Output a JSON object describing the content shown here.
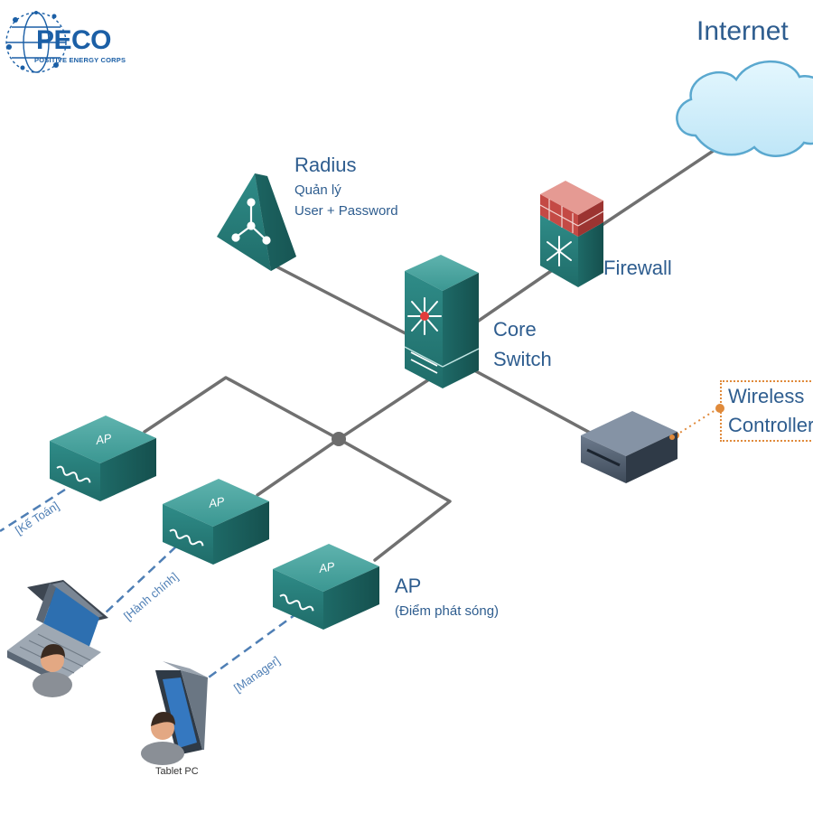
{
  "logo": {
    "name": "PECO",
    "tagline": "POSITIVE ENERGY CORPS"
  },
  "internet": {
    "label": "Internet"
  },
  "radius": {
    "title": "Radius",
    "line1": "Quản lý",
    "line2": "User + Password"
  },
  "firewall": {
    "label": "Firewall"
  },
  "core_switch": {
    "line1": "Core",
    "line2": "Switch"
  },
  "wireless_controller": {
    "line1": "Wireless",
    "line2": "Controller"
  },
  "access_points": [
    {
      "label": "AP",
      "vlan": "[Kế Toán]"
    },
    {
      "label": "AP",
      "vlan": "[Hành chính]"
    },
    {
      "label": "AP",
      "vlan": "[Manager]"
    }
  ],
  "ap_legend": {
    "title": "AP",
    "subtitle": "(Điểm phát sóng)"
  },
  "tablet": {
    "label": "Tablet PC"
  },
  "colors": {
    "device_teal": "#2e8a88",
    "device_teal_dark": "#1d6664",
    "link_gray": "#707070",
    "label_blue": "#2e5d8f",
    "cloud_blue": "#cfeefb",
    "wlc_orange": "#e08a3b"
  }
}
